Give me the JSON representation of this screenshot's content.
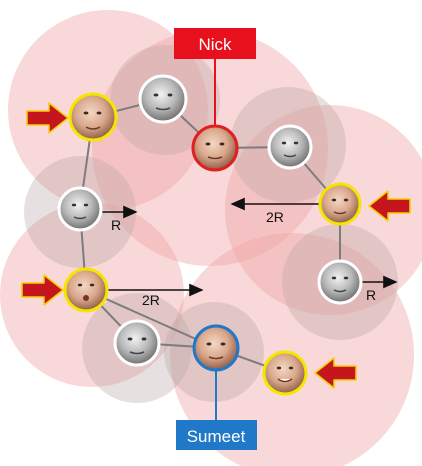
{
  "labels": {
    "nick": "Nick",
    "sumeet": "Sumeet",
    "r_top": "R",
    "r_right": "R",
    "two_r_right": "2R",
    "two_r_left": "2R"
  },
  "colors": {
    "large_disc": "#f0a9a9",
    "small_disc": "#b9a5a5",
    "node_ring_gray": "#ffffff",
    "node_ring_yellow": "#f5e600",
    "node_ring_red": "#e02020",
    "node_ring_blue": "#1f78c8",
    "nick_box": "#e8101c",
    "sumeet_box": "#1f78c8",
    "arrow_red": "#c4161c",
    "arrow_yellow_edge": "#f5d000",
    "edge_line": "#808080"
  },
  "faces": {
    "highlighted": [
      "face-yellow-1",
      "face-yellow-2",
      "face-yellow-3",
      "face-yellow-4"
    ],
    "gray": [
      "face-gray-1",
      "face-gray-2",
      "face-gray-3",
      "face-gray-4",
      "face-gray-5"
    ],
    "nick": "face-nick",
    "sumeet": "face-sumeet"
  }
}
